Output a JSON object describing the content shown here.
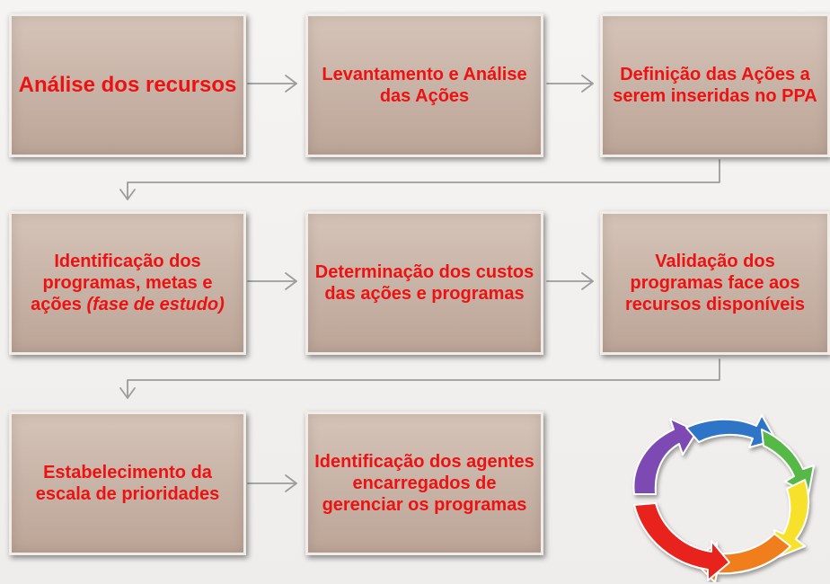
{
  "steps": {
    "s1": "Análise dos recursos",
    "s2": "Levantamento e Análise das Ações",
    "s3": "Definição das Ações a serem inseridas no PPA",
    "s4_main": "Identificação dos programas, metas e ações",
    "s4_italic": "(fase de estudo)",
    "s5": "Determinação dos custos das ações e programas",
    "s6": "Validação dos programas face aos recursos disponíveis",
    "s7": "Estabelecimento da escala de prioridades",
    "s8": "Identificação dos agentes encarregados de gerenciar os programas"
  },
  "colors": {
    "box_fill": "#c9b6a9",
    "text": "#ee1111",
    "connector": "#9c9c9c",
    "cycle": [
      "#e8231d",
      "#f07e1c",
      "#f7e12a",
      "#56b947",
      "#2f74c7",
      "#7d4ab3"
    ]
  },
  "icons": {
    "cycle": "circular-arrows-icon"
  }
}
